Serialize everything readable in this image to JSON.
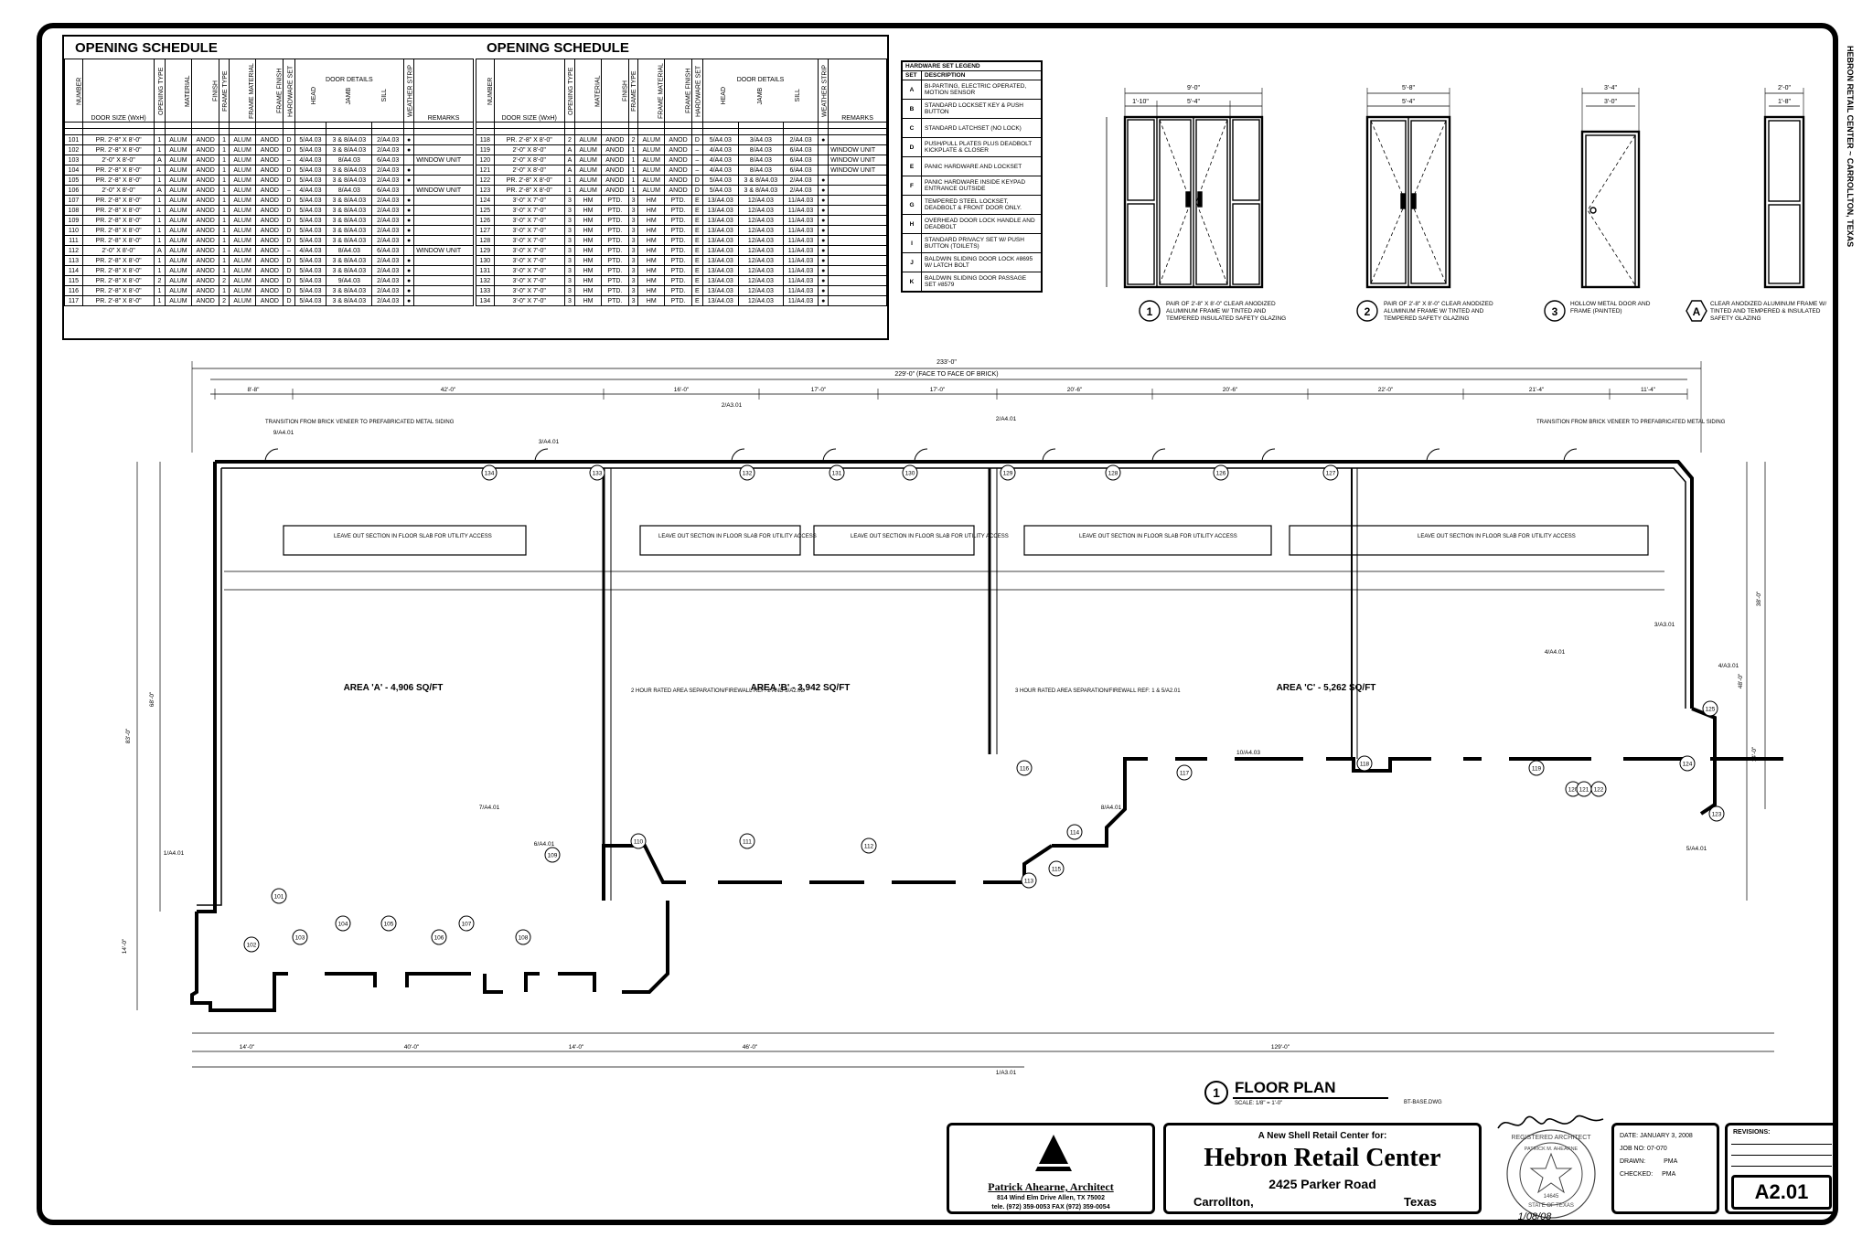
{
  "schedule": {
    "title": "OPENING SCHEDULE",
    "headers": {
      "number": "NUMBER",
      "door_size": "DOOR SIZE (WxH)",
      "opening_type": "OPENING TYPE",
      "material": "MATERIAL",
      "finish": "FINISH",
      "frame_type": "FRAME TYPE",
      "frame_material": "FRAME MATERIAL",
      "frame_finish": "FRAME FINISH",
      "hardware_set": "HARDWARE SET",
      "door_details": "DOOR DETAILS",
      "head": "HEAD",
      "jamb": "JAMB",
      "sill": "SILL",
      "weather_strip": "WEATHER STRIP",
      "remarks": "REMARKS"
    },
    "left_rows": [
      [
        "101",
        "PR. 2'-8\" X 8'-0\"",
        "1",
        "ALUM",
        "ANOD",
        "1",
        "ALUM",
        "ANOD",
        "D",
        "5/A4.03",
        "3 & 8/A4.03",
        "2/A4.03",
        "●",
        ""
      ],
      [
        "102",
        "PR. 2'-8\" X 8'-0\"",
        "1",
        "ALUM",
        "ANOD",
        "1",
        "ALUM",
        "ANOD",
        "D",
        "5/A4.03",
        "3 & 8/A4.03",
        "2/A4.03",
        "●",
        ""
      ],
      [
        "103",
        "2'-0\" X 8'-0\"",
        "A",
        "ALUM",
        "ANOD",
        "1",
        "ALUM",
        "ANOD",
        "–",
        "4/A4.03",
        "8/A4.03",
        "6/A4.03",
        "",
        "WINDOW UNIT"
      ],
      [
        "104",
        "PR. 2'-8\" X 8'-0\"",
        "1",
        "ALUM",
        "ANOD",
        "1",
        "ALUM",
        "ANOD",
        "D",
        "5/A4.03",
        "3 & 8/A4.03",
        "2/A4.03",
        "●",
        ""
      ],
      [
        "105",
        "PR. 2'-8\" X 8'-0\"",
        "1",
        "ALUM",
        "ANOD",
        "1",
        "ALUM",
        "ANOD",
        "D",
        "5/A4.03",
        "3 & 8/A4.03",
        "2/A4.03",
        "●",
        ""
      ],
      [
        "106",
        "2'-0\" X 8'-0\"",
        "A",
        "ALUM",
        "ANOD",
        "1",
        "ALUM",
        "ANOD",
        "–",
        "4/A4.03",
        "8/A4.03",
        "6/A4.03",
        "",
        "WINDOW UNIT"
      ],
      [
        "107",
        "PR. 2'-8\" X 8'-0\"",
        "1",
        "ALUM",
        "ANOD",
        "1",
        "ALUM",
        "ANOD",
        "D",
        "5/A4.03",
        "3 & 8/A4.03",
        "2/A4.03",
        "●",
        ""
      ],
      [
        "108",
        "PR. 2'-8\" X 8'-0\"",
        "1",
        "ALUM",
        "ANOD",
        "1",
        "ALUM",
        "ANOD",
        "D",
        "5/A4.03",
        "3 & 8/A4.03",
        "2/A4.03",
        "●",
        ""
      ],
      [
        "109",
        "PR. 2'-8\" X 8'-0\"",
        "1",
        "ALUM",
        "ANOD",
        "1",
        "ALUM",
        "ANOD",
        "D",
        "5/A4.03",
        "3 & 8/A4.03",
        "2/A4.03",
        "●",
        ""
      ],
      [
        "110",
        "PR. 2'-8\" X 8'-0\"",
        "1",
        "ALUM",
        "ANOD",
        "1",
        "ALUM",
        "ANOD",
        "D",
        "5/A4.03",
        "3 & 8/A4.03",
        "2/A4.03",
        "●",
        ""
      ],
      [
        "111",
        "PR. 2'-8\" X 8'-0\"",
        "1",
        "ALUM",
        "ANOD",
        "1",
        "ALUM",
        "ANOD",
        "D",
        "5/A4.03",
        "3 & 8/A4.03",
        "2/A4.03",
        "●",
        ""
      ],
      [
        "112",
        "2'-0\" X 8'-0\"",
        "A",
        "ALUM",
        "ANOD",
        "1",
        "ALUM",
        "ANOD",
        "–",
        "4/A4.03",
        "8/A4.03",
        "6/A4.03",
        "",
        "WINDOW UNIT"
      ],
      [
        "113",
        "PR. 2'-8\" X 8'-0\"",
        "1",
        "ALUM",
        "ANOD",
        "1",
        "ALUM",
        "ANOD",
        "D",
        "5/A4.03",
        "3 & 8/A4.03",
        "2/A4.03",
        "●",
        ""
      ],
      [
        "114",
        "PR. 2'-8\" X 8'-0\"",
        "1",
        "ALUM",
        "ANOD",
        "1",
        "ALUM",
        "ANOD",
        "D",
        "5/A4.03",
        "3 & 8/A4.03",
        "2/A4.03",
        "●",
        ""
      ],
      [
        "115",
        "PR. 2'-8\" X 8'-0\"",
        "2",
        "ALUM",
        "ANOD",
        "2",
        "ALUM",
        "ANOD",
        "D",
        "5/A4.03",
        "9/A4.03",
        "2/A4.03",
        "●",
        ""
      ],
      [
        "116",
        "PR. 2'-8\" X 8'-0\"",
        "1",
        "ALUM",
        "ANOD",
        "1",
        "ALUM",
        "ANOD",
        "D",
        "5/A4.03",
        "3 & 8/A4.03",
        "2/A4.03",
        "●",
        ""
      ],
      [
        "117",
        "PR. 2'-8\" X 8'-0\"",
        "1",
        "ALUM",
        "ANOD",
        "2",
        "ALUM",
        "ANOD",
        "D",
        "5/A4.03",
        "3 & 8/A4.03",
        "2/A4.03",
        "●",
        ""
      ]
    ],
    "right_rows": [
      [
        "118",
        "PR. 2'-8\" X 8'-0\"",
        "2",
        "ALUM",
        "ANOD",
        "2",
        "ALUM",
        "ANOD",
        "D",
        "5/A4.03",
        "3/A4.03",
        "2/A4.03",
        "●",
        ""
      ],
      [
        "119",
        "2'-0\" X 8'-0\"",
        "A",
        "ALUM",
        "ANOD",
        "1",
        "ALUM",
        "ANOD",
        "–",
        "4/A4.03",
        "8/A4.03",
        "6/A4.03",
        "",
        "WINDOW UNIT"
      ],
      [
        "120",
        "2'-0\" X 8'-0\"",
        "A",
        "ALUM",
        "ANOD",
        "1",
        "ALUM",
        "ANOD",
        "–",
        "4/A4.03",
        "8/A4.03",
        "6/A4.03",
        "",
        "WINDOW UNIT"
      ],
      [
        "121",
        "2'-0\" X 8'-0\"",
        "A",
        "ALUM",
        "ANOD",
        "1",
        "ALUM",
        "ANOD",
        "–",
        "4/A4.03",
        "8/A4.03",
        "6/A4.03",
        "",
        "WINDOW UNIT"
      ],
      [
        "122",
        "PR. 2'-8\" X 8'-0\"",
        "1",
        "ALUM",
        "ANOD",
        "1",
        "ALUM",
        "ANOD",
        "D",
        "5/A4.03",
        "3 & 8/A4.03",
        "2/A4.03",
        "●",
        ""
      ],
      [
        "123",
        "PR. 2'-8\" X 8'-0\"",
        "1",
        "ALUM",
        "ANOD",
        "1",
        "ALUM",
        "ANOD",
        "D",
        "5/A4.03",
        "3 & 8/A4.03",
        "2/A4.03",
        "●",
        ""
      ],
      [
        "124",
        "3'-0\" X 7'-0\"",
        "3",
        "HM",
        "PTD.",
        "3",
        "HM",
        "PTD.",
        "E",
        "13/A4.03",
        "12/A4.03",
        "11/A4.03",
        "●",
        ""
      ],
      [
        "125",
        "3'-0\" X 7'-0\"",
        "3",
        "HM",
        "PTD.",
        "3",
        "HM",
        "PTD.",
        "E",
        "13/A4.03",
        "12/A4.03",
        "11/A4.03",
        "●",
        ""
      ],
      [
        "126",
        "3'-0\" X 7'-0\"",
        "3",
        "HM",
        "PTD.",
        "3",
        "HM",
        "PTD.",
        "E",
        "13/A4.03",
        "12/A4.03",
        "11/A4.03",
        "●",
        ""
      ],
      [
        "127",
        "3'-0\" X 7'-0\"",
        "3",
        "HM",
        "PTD.",
        "3",
        "HM",
        "PTD.",
        "E",
        "13/A4.03",
        "12/A4.03",
        "11/A4.03",
        "●",
        ""
      ],
      [
        "128",
        "3'-0\" X 7'-0\"",
        "3",
        "HM",
        "PTD.",
        "3",
        "HM",
        "PTD.",
        "E",
        "13/A4.03",
        "12/A4.03",
        "11/A4.03",
        "●",
        ""
      ],
      [
        "129",
        "3'-0\" X 7'-0\"",
        "3",
        "HM",
        "PTD.",
        "3",
        "HM",
        "PTD.",
        "E",
        "13/A4.03",
        "12/A4.03",
        "11/A4.03",
        "●",
        ""
      ],
      [
        "130",
        "3'-0\" X 7'-0\"",
        "3",
        "HM",
        "PTD.",
        "3",
        "HM",
        "PTD.",
        "E",
        "13/A4.03",
        "12/A4.03",
        "11/A4.03",
        "●",
        ""
      ],
      [
        "131",
        "3'-0\" X 7'-0\"",
        "3",
        "HM",
        "PTD.",
        "3",
        "HM",
        "PTD.",
        "E",
        "13/A4.03",
        "12/A4.03",
        "11/A4.03",
        "●",
        ""
      ],
      [
        "132",
        "3'-0\" X 7'-0\"",
        "3",
        "HM",
        "PTD.",
        "3",
        "HM",
        "PTD.",
        "E",
        "13/A4.03",
        "12/A4.03",
        "11/A4.03",
        "●",
        ""
      ],
      [
        "133",
        "3'-0\" X 7'-0\"",
        "3",
        "HM",
        "PTD.",
        "3",
        "HM",
        "PTD.",
        "E",
        "13/A4.03",
        "12/A4.03",
        "11/A4.03",
        "●",
        ""
      ],
      [
        "134",
        "3'-0\" X 7'-0\"",
        "3",
        "HM",
        "PTD.",
        "3",
        "HM",
        "PTD.",
        "E",
        "13/A4.03",
        "12/A4.03",
        "11/A4.03",
        "●",
        ""
      ]
    ]
  },
  "hardware_legend": {
    "title": "HARDWARE SET LEGEND",
    "col_set": "SET",
    "col_desc": "DESCRIPTION",
    "rows": [
      [
        "A",
        "BI-PARTING, ELECTRIC OPERATED, MOTION SENSOR"
      ],
      [
        "B",
        "STANDARD LOCKSET KEY & PUSH BUTTON"
      ],
      [
        "C",
        "STANDARD LATCHSET (NO LOCK)"
      ],
      [
        "D",
        "PUSH/PULL PLATES PLUS DEADBOLT KICKPLATE & CLOSER"
      ],
      [
        "E",
        "PANIC HARDWARE AND LOCKSET"
      ],
      [
        "F",
        "PANIC HARDWARE INSIDE KEYPAD ENTRANCE OUTSIDE"
      ],
      [
        "G",
        "TEMPERED STEEL LOCKSET, DEADBOLT & FRONT DOOR ONLY."
      ],
      [
        "H",
        "OVERHEAD DOOR LOCK HANDLE AND DEADBOLT"
      ],
      [
        "I",
        "STANDARD PRIVACY SET W/ PUSH BUTTON (TOILETS)"
      ],
      [
        "J",
        "BALDWIN SLIDING DOOR LOCK #8695 W/ LATCH BOLT"
      ],
      [
        "K",
        "BALDWIN SLIDING DOOR PASSAGE SET #8579"
      ]
    ]
  },
  "elevations": [
    {
      "tag": "1",
      "text": "PAIR OF 2'-8\" X 8'-0\" CLEAR ANODIZED ALUMINUM FRAME W/ TINTED AND TEMPERED INSULATED SAFETY GLAZING",
      "overall": "9'-0\"",
      "inner": "5'-4\"",
      "side": "1'-10\""
    },
    {
      "tag": "2",
      "text": "PAIR OF 2'-8\" X 8'-0\" CLEAR ANODIZED ALUMINUM FRAME W/ TINTED AND TEMPERED SAFETY GLAZING",
      "overall": "5'-8\"",
      "inner": "5'-4\""
    },
    {
      "tag": "3",
      "text": "HOLLOW METAL DOOR AND FRAME (PAINTED)",
      "overall": "3'-4\"",
      "inner": "3'-0\""
    },
    {
      "tag": "A",
      "text": "CLEAR ANODIZED ALUMINUM FRAME W/ TINTED AND TEMPERED & INSULATED SAFETY GLAZING",
      "overall": "2'-0\"",
      "inner": "1'-8\""
    }
  ],
  "plan": {
    "overall_dim": "233'-0\"",
    "face_dim": "229'-0\" (FACE TO FACE OF BRICK)",
    "area_a": "AREA 'A' - 4,906 SQ/FT",
    "area_b": "AREA 'B' - 3,942 SQ/FT",
    "area_c": "AREA 'C' - 5,262 SQ/FT",
    "firewall_1": "2 HOUR RATED AREA SEPARATION/FIREWALL REF: 2 AND 3/A2.02",
    "firewall_2": "3 HOUR RATED AREA SEPARATION/FIREWALL REF: 1 & 5/A2.01",
    "slab_note": "LEAVE OUT SECTION IN FLOOR SLAB FOR UTILITY ACCESS",
    "transition_note": "TRANSITION FROM BRICK VENEER TO PREFABRICATED METAL SIDING",
    "top_dims": [
      "8'-8\"",
      "42'-0\"",
      "16'-0\"",
      "17'-0\"",
      "17'-0\"",
      "20'-6\"",
      "20'-6\"",
      "22'-0\"",
      "21'-4\"",
      "11'-4\""
    ],
    "bottom_dims": [
      "14'-0\"",
      "40'-0\"",
      "14'-0\"",
      "46'-0\"",
      "129'-0\""
    ],
    "left_dims": [
      "83'-0\"",
      "68'-0\"",
      "14'-0\""
    ],
    "right_dims": [
      "38'-0\"",
      "48'-0\"",
      "14'-0\""
    ],
    "door_tags": [
      "101",
      "102",
      "103",
      "104",
      "105",
      "106",
      "107",
      "108",
      "109",
      "110",
      "111",
      "112",
      "113",
      "114",
      "115",
      "116",
      "117",
      "118",
      "119",
      "120",
      "121",
      "122",
      "123",
      "124",
      "125",
      "126",
      "127",
      "128",
      "129",
      "130",
      "131",
      "132",
      "133",
      "134"
    ],
    "section_refs": [
      "1/A3.01",
      "2/A3.01",
      "3/A3.01",
      "4/A3.01",
      "1/A4.01",
      "2/A4.01",
      "3/A4.01",
      "4/A4.01",
      "5/A4.01",
      "6/A4.01",
      "7/A4.01",
      "8/A4.01",
      "9/A4.01",
      "10/A4.03"
    ]
  },
  "floor_plan_title": {
    "tag": "1",
    "title": "FLOOR PLAN",
    "scale": "SCALE: 1/8\" = 1'-0\"",
    "file": "BT-BASE.DWG"
  },
  "architect": {
    "name": "Patrick Ahearne, Architect",
    "address": "814 Wind Elm Drive   Allen, TX  75002",
    "phones": "tele. (972) 359-0053   FAX (972) 359-0054"
  },
  "project": {
    "subtitle": "A New Shell Retail Center for:",
    "name": "Hebron Retail Center",
    "address": "2425 Parker Road",
    "city": "Carrollton,",
    "state": "Texas"
  },
  "info": {
    "date_label": "DATE:",
    "date": "JANUARY 3, 2008",
    "job_label": "JOB NO:",
    "job": "07-070",
    "drawn_label": "DRAWN:",
    "drawn": "PMA",
    "checked_label": "CHECKED:",
    "checked": "PMA"
  },
  "revisions_label": "REVISIONS:",
  "sheet_number": "A2.01",
  "seal": {
    "top": "REGISTERED ARCHITECT",
    "name": "PATRICK M. AHEARNE",
    "number": "14645",
    "state": "STATE OF TEXAS",
    "date": "1/08/08"
  },
  "side_title": "HEBRON RETAIL CENTER ~ CARROLLTON, TEXAS"
}
